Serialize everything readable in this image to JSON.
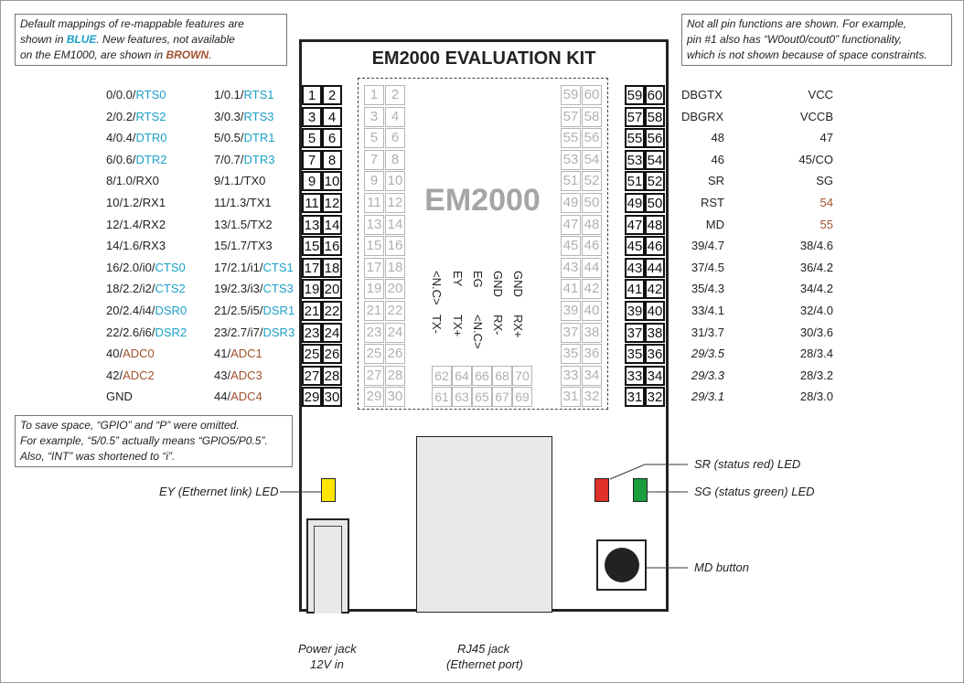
{
  "title": "EM2000 EVALUATION KIT",
  "module_title": "EM2000",
  "colors": {
    "blue": "#1ba0c8",
    "brown": "#a0522d",
    "led_yellow": "#ffe600",
    "led_red": "#e0302a",
    "led_green": "#1a9e3c"
  },
  "notes": {
    "top_left": [
      {
        "parts": [
          {
            "t": "Default mappings of re-mappable features are",
            "c": ""
          }
        ]
      },
      {
        "parts": [
          {
            "t": "shown in ",
            "c": ""
          },
          {
            "t": "BLUE",
            "c": "blue"
          },
          {
            "t": ". New features, not available",
            "c": ""
          }
        ]
      },
      {
        "parts": [
          {
            "t": "on the EM1000, are shown in ",
            "c": ""
          },
          {
            "t": "BROWN",
            "c": "brown"
          },
          {
            "t": ".",
            "c": ""
          }
        ]
      }
    ],
    "top_right": [
      "Not all pin functions are shown. For example,",
      "pin #1 also has “W0out0/cout0” functionality,",
      "which is not shown because of space constraints."
    ],
    "bottom_left": [
      "To save space, “GPIO” and “P” were omitted.",
      "For example, “5/0.5” actually means “GPIO5/P0.5”.",
      "Also, “INT” was shortened to “i”."
    ]
  },
  "left_labels": [
    [
      [
        [
          "0/0.0/",
          ""
        ],
        [
          "RTS0",
          "blue"
        ]
      ],
      [
        [
          "1/0.1/",
          ""
        ],
        [
          "RTS1",
          "blue"
        ]
      ]
    ],
    [
      [
        [
          "2/0.2/",
          ""
        ],
        [
          "RTS2",
          "blue"
        ]
      ],
      [
        [
          "3/0.3/",
          ""
        ],
        [
          "RTS3",
          "blue"
        ]
      ]
    ],
    [
      [
        [
          "4/0.4/",
          ""
        ],
        [
          "DTR0",
          "blue"
        ]
      ],
      [
        [
          "5/0.5/",
          ""
        ],
        [
          "DTR1",
          "blue"
        ]
      ]
    ],
    [
      [
        [
          "6/0.6/",
          ""
        ],
        [
          "DTR2",
          "blue"
        ]
      ],
      [
        [
          "7/0.7/",
          ""
        ],
        [
          "DTR3",
          "blue"
        ]
      ]
    ],
    [
      [
        [
          "8/1.0/RX0",
          ""
        ]
      ],
      [
        [
          "9/1.1/TX0",
          ""
        ]
      ]
    ],
    [
      [
        [
          "10/1.2/RX1",
          ""
        ]
      ],
      [
        [
          "11/1.3/TX1",
          ""
        ]
      ]
    ],
    [
      [
        [
          "12/1.4/RX2",
          ""
        ]
      ],
      [
        [
          "13/1.5/TX2",
          ""
        ]
      ]
    ],
    [
      [
        [
          "14/1.6/RX3",
          ""
        ]
      ],
      [
        [
          "15/1.7/TX3",
          ""
        ]
      ]
    ],
    [
      [
        [
          "16/2.0/i0/",
          ""
        ],
        [
          "CTS0",
          "blue"
        ]
      ],
      [
        [
          "17/2.1/i1/",
          ""
        ],
        [
          "CTS1",
          "blue"
        ]
      ]
    ],
    [
      [
        [
          "18/2.2/i2/",
          ""
        ],
        [
          "CTS2",
          "blue"
        ]
      ],
      [
        [
          "19/2.3/i3/",
          ""
        ],
        [
          "CTS3",
          "blue"
        ]
      ]
    ],
    [
      [
        [
          "20/2.4/i4/",
          ""
        ],
        [
          "DSR0",
          "blue"
        ]
      ],
      [
        [
          "21/2.5/i5/",
          ""
        ],
        [
          "DSR1",
          "blue"
        ]
      ]
    ],
    [
      [
        [
          "22/2.6/i6/",
          ""
        ],
        [
          "DSR2",
          "blue"
        ]
      ],
      [
        [
          "23/2.7/i7/",
          ""
        ],
        [
          "DSR3",
          "blue"
        ]
      ]
    ],
    [
      [
        [
          "40/",
          ""
        ],
        [
          "ADC0",
          "brown"
        ]
      ],
      [
        [
          "41/",
          ""
        ],
        [
          "ADC1",
          "brown"
        ]
      ]
    ],
    [
      [
        [
          "42/",
          ""
        ],
        [
          "ADC2",
          "brown"
        ]
      ],
      [
        [
          "43/",
          ""
        ],
        [
          "ADC3",
          "brown"
        ]
      ]
    ],
    [
      [
        [
          "GND",
          ""
        ]
      ],
      [
        [
          "44/",
          ""
        ],
        [
          "ADC4",
          "brown"
        ]
      ]
    ]
  ],
  "left_pins": [
    [
      "1",
      "2"
    ],
    [
      "3",
      "4"
    ],
    [
      "5",
      "6"
    ],
    [
      "7",
      "8"
    ],
    [
      "9",
      "10"
    ],
    [
      "11",
      "12"
    ],
    [
      "13",
      "14"
    ],
    [
      "15",
      "16"
    ],
    [
      "17",
      "18"
    ],
    [
      "19",
      "20"
    ],
    [
      "21",
      "22"
    ],
    [
      "23",
      "24"
    ],
    [
      "25",
      "26"
    ],
    [
      "27",
      "28"
    ],
    [
      "29",
      "30"
    ]
  ],
  "right_pins": [
    [
      "59",
      "60"
    ],
    [
      "57",
      "58"
    ],
    [
      "55",
      "56"
    ],
    [
      "53",
      "54"
    ],
    [
      "51",
      "52"
    ],
    [
      "49",
      "50"
    ],
    [
      "47",
      "48"
    ],
    [
      "45",
      "46"
    ],
    [
      "43",
      "44"
    ],
    [
      "41",
      "42"
    ],
    [
      "39",
      "40"
    ],
    [
      "37",
      "38"
    ],
    [
      "35",
      "36"
    ],
    [
      "33",
      "34"
    ],
    [
      "31",
      "32"
    ]
  ],
  "right_labels": [
    [
      {
        "t": "DBGTX",
        "c": "",
        "i": false
      },
      {
        "t": "VCC",
        "c": "",
        "i": false
      }
    ],
    [
      {
        "t": "DBGRX",
        "c": "",
        "i": false
      },
      {
        "t": "VCCB",
        "c": "",
        "i": false
      }
    ],
    [
      {
        "t": "48",
        "c": "",
        "i": false
      },
      {
        "t": "47",
        "c": "",
        "i": false
      }
    ],
    [
      {
        "t": "46",
        "c": "",
        "i": false
      },
      {
        "t": "45/CO",
        "c": "",
        "i": false
      }
    ],
    [
      {
        "t": "SR",
        "c": "",
        "i": false
      },
      {
        "t": "SG",
        "c": "",
        "i": false
      }
    ],
    [
      {
        "t": "RST",
        "c": "",
        "i": false
      },
      {
        "t": "54",
        "c": "brown",
        "i": false
      }
    ],
    [
      {
        "t": "MD",
        "c": "",
        "i": false
      },
      {
        "t": "55",
        "c": "brown",
        "i": false
      }
    ],
    [
      {
        "t": "39/4.7",
        "c": "",
        "i": false
      },
      {
        "t": "38/4.6",
        "c": "",
        "i": false
      }
    ],
    [
      {
        "t": "37/4.5",
        "c": "",
        "i": false
      },
      {
        "t": "36/4.2",
        "c": "",
        "i": false
      }
    ],
    [
      {
        "t": "35/4.3",
        "c": "",
        "i": false
      },
      {
        "t": "34/4.2",
        "c": "",
        "i": false
      }
    ],
    [
      {
        "t": "33/4.1",
        "c": "",
        "i": false
      },
      {
        "t": "32/4.0",
        "c": "",
        "i": false
      }
    ],
    [
      {
        "t": "31/3.7",
        "c": "",
        "i": false
      },
      {
        "t": "30/3.6",
        "c": "",
        "i": false
      }
    ],
    [
      {
        "t": "29/3.5",
        "c": "",
        "i": true
      },
      {
        "t": "28/3.4",
        "c": "",
        "i": false
      }
    ],
    [
      {
        "t": "29/3.3",
        "c": "",
        "i": true
      },
      {
        "t": "28/3.2",
        "c": "",
        "i": false
      }
    ],
    [
      {
        "t": "29/3.1",
        "c": "",
        "i": true
      },
      {
        "t": "28/3.0",
        "c": "",
        "i": false
      }
    ]
  ],
  "ethernet_pins": {
    "top": [
      "62",
      "64",
      "66",
      "68",
      "70"
    ],
    "bottom": [
      "61",
      "63",
      "65",
      "67",
      "69"
    ]
  },
  "ethernet_signals": {
    "upper": [
      "<N.C>",
      "EY",
      "EG",
      "GND",
      "GND"
    ],
    "lower": [
      "TX-",
      "TX+",
      "<N.C>",
      "RX-",
      "RX+"
    ]
  },
  "callouts": {
    "ey_led": "EY (Ethernet link) LED",
    "sr_led": "SR (status red) LED",
    "sg_led": "SG (status green) LED",
    "md_button": "MD button",
    "power_jack": [
      "Power jack",
      "12V in"
    ],
    "rj45_jack": [
      "RJ45 jack",
      "(Ethernet port)"
    ]
  }
}
